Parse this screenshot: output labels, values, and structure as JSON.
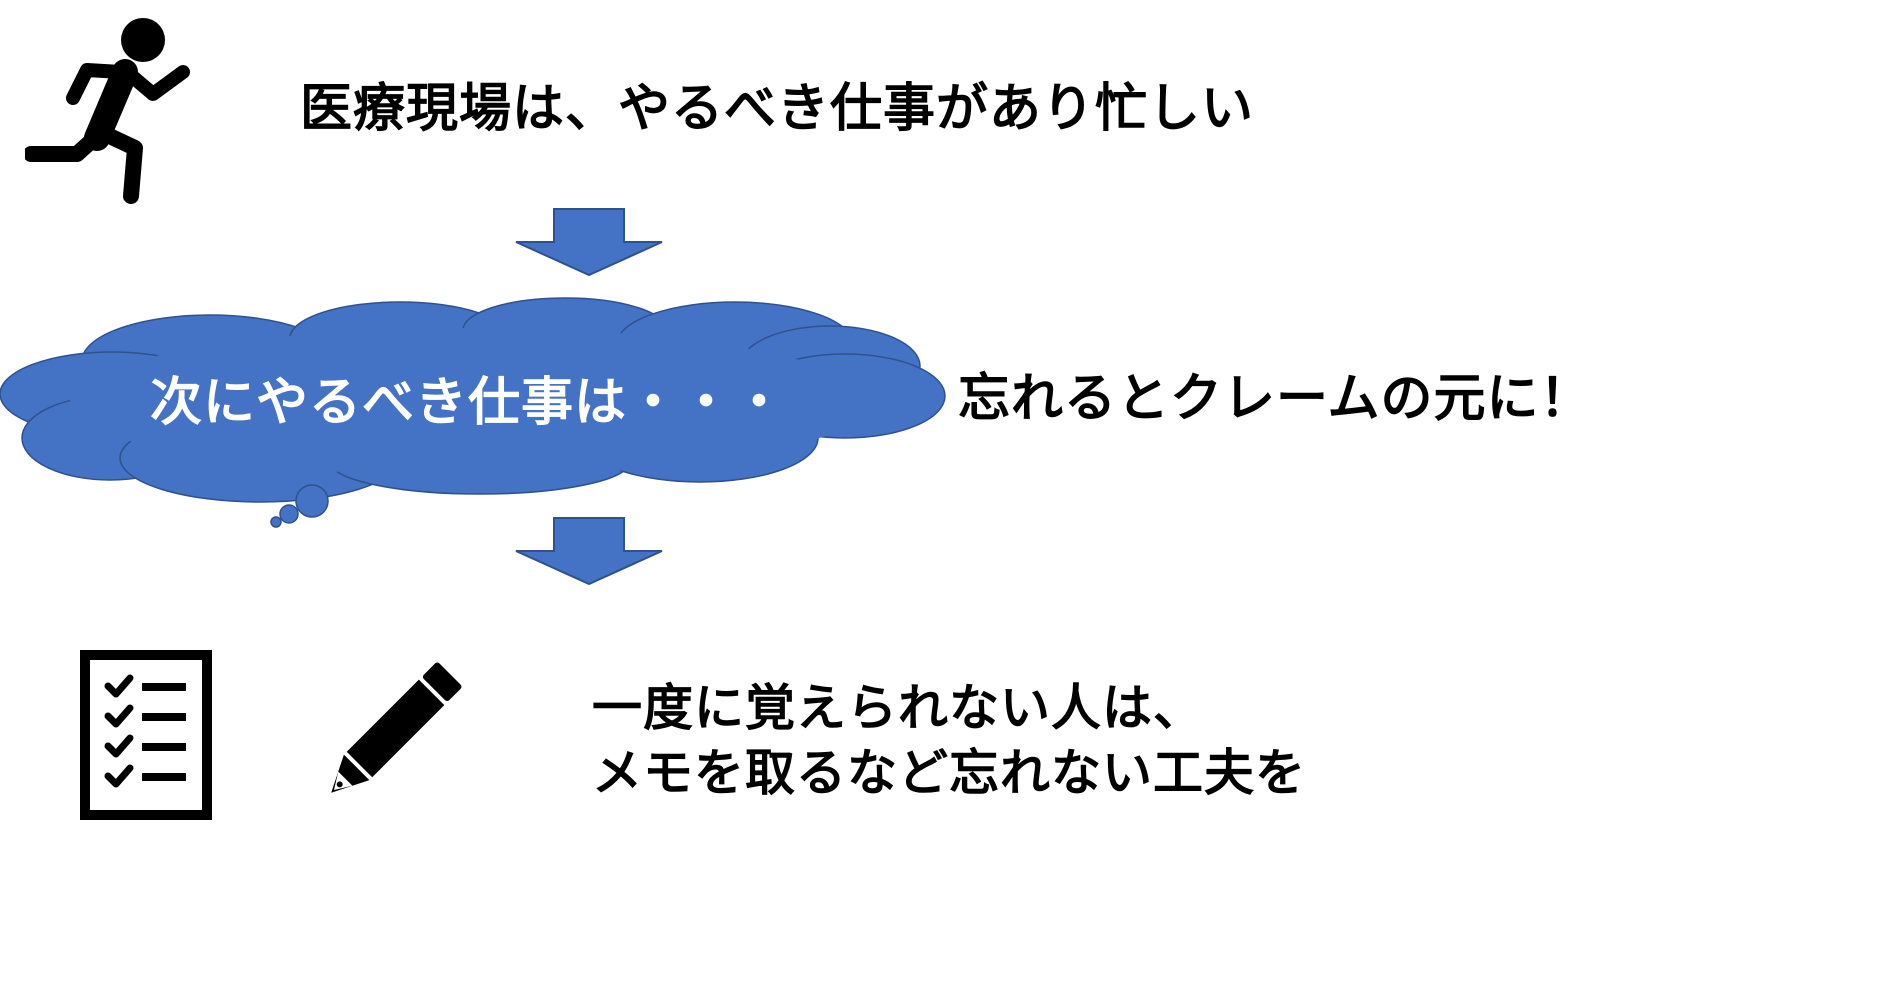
{
  "diagram": {
    "top_text": "医療現場は、やるべき仕事があり忙しい",
    "cloud_text": "次にやるべき仕事は・・・",
    "right_text": "忘れるとクレームの元に！",
    "bottom_text_line1": "一度に覚えられない人は、",
    "bottom_text_line2": "メモを取るなど忘れない工夫を"
  },
  "icons": {
    "runner": "running-person-icon",
    "checklist": "checklist-icon",
    "pencil": "pencil-icon",
    "arrow": "down-arrow-icon"
  },
  "colors": {
    "shape_fill": "#4472C4",
    "shape_stroke": "#2F528F",
    "text": "#000000",
    "cloud_text": "#FFFFFF"
  }
}
